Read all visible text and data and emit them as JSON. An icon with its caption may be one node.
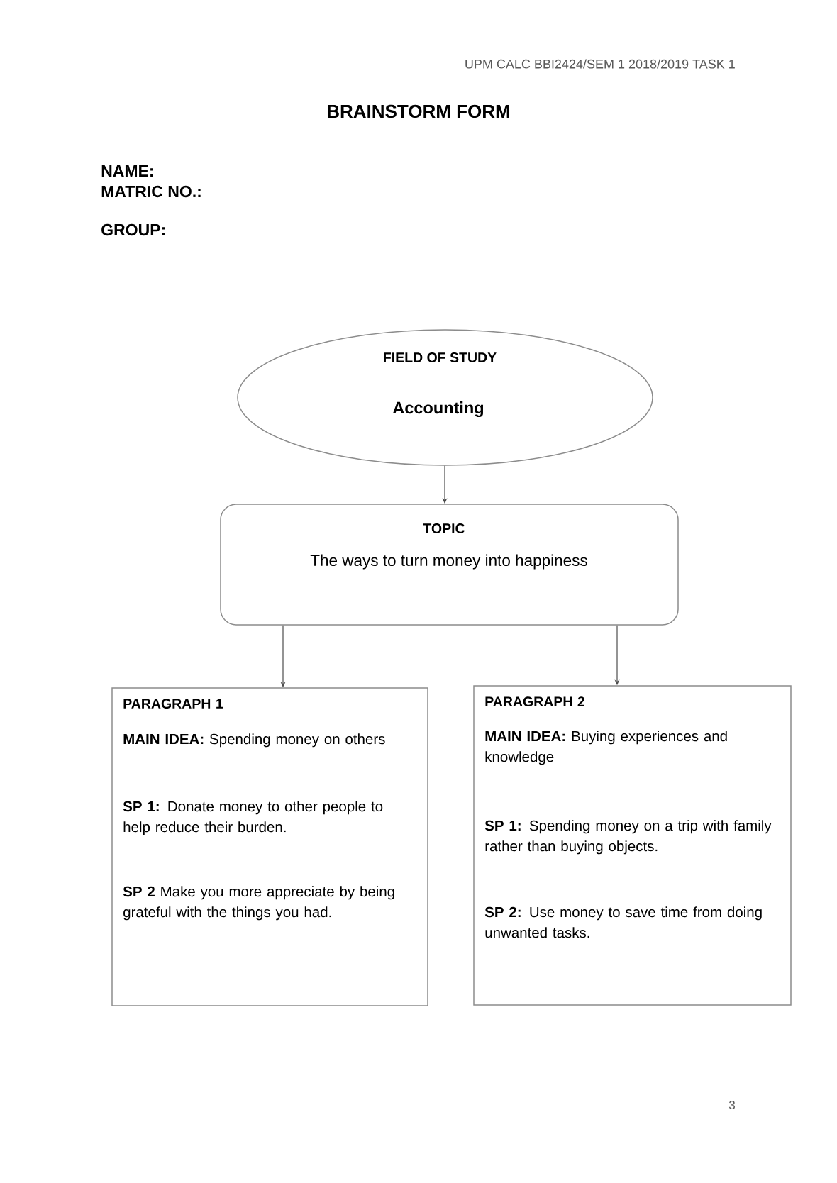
{
  "diagram": {
    "title": "BRAINSTORM FORM",
    "nodes": [
      {
        "text": [
          "FIELD OF STUDY",
          "Accounting"
        ]
      },
      {
        "text": [
          "TOPIC",
          "The ways to turn money into happiness"
        ]
      },
      {
        "text": [
          "PARAGRAPH 1",
          "**MAIN IDEA:** Spending money on others",
          "**SP 1:** Donate money to other people to help reduce their burden.",
          "**SP 2** Make you more appreciate by being grateful with the things you had."
        ]
      },
      {
        "text": [
          "PARAGRAPH 2",
          "**MAIN IDEA:** Buying experiences and knowledge",
          "**SP 1:** Spending money on a trip with family rather than buying objects.",
          "**SP 2:** Use money to save time from doing unwanted tasks."
        ]
      }
    ],
    "edges": [
      {
        "from": 0,
        "to": 1,
        "arrow": "to"
      },
      {
        "from": 1,
        "to": 2,
        "arrow": "to"
      },
      {
        "from": 1,
        "to": 3,
        "arrow": "to"
      }
    ],
    "labels": [
      "UPM CALC BBI2424/SEM 1 2018/2019 TASK 1",
      "NAME:",
      "MATRIC NO.:",
      "GROUP:",
      "3"
    ]
  }
}
